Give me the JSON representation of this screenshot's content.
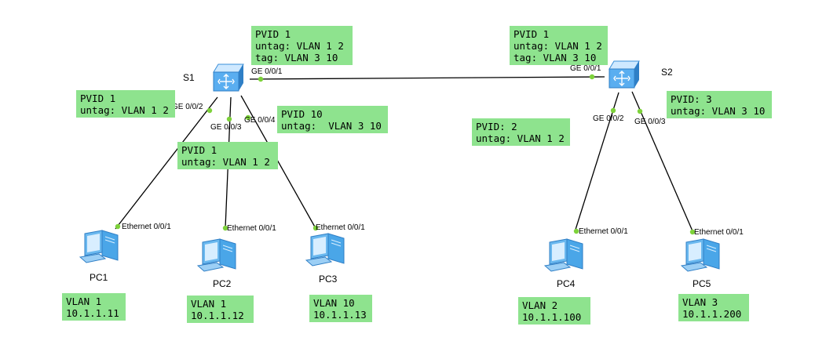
{
  "colors": {
    "note_bg": "#8ee38e",
    "link": "#000000",
    "port_dot": "#7dd23a",
    "switch_top": "#cfe9ff",
    "switch_side": "#3a8fd8",
    "pc": "#4aa6e8"
  },
  "icons": {
    "switch": "layer3-switch-icon",
    "pc": "desktop-pc-icon"
  },
  "devices": {
    "s1": "S1",
    "s2": "S2",
    "pc1": "PC1",
    "pc2": "PC2",
    "pc3": "PC3",
    "pc4": "PC4",
    "pc5": "PC5"
  },
  "ports": {
    "s1_ge001": "GE 0/0/1",
    "s1_ge002": "GE 0/0/2",
    "s1_ge003": "GE 0/0/3",
    "s1_ge004": "GE 0/0/4",
    "s2_ge001": "GE 0/0/1",
    "s2_ge002": "GE 0/0/2",
    "s2_ge003": "GE 0/0/3",
    "pc1_eth": "Ethernet 0/0/1",
    "pc2_eth": "Ethernet 0/0/1",
    "pc3_eth": "Ethernet 0/0/1",
    "pc4_eth": "Ethernet 0/0/1",
    "pc5_eth": "Ethernet 0/0/1"
  },
  "notes": {
    "s1_ge001": {
      "line1": "PVID 1",
      "line2": "untag: VLAN 1 2",
      "line3": "tag: VLAN 3 10"
    },
    "s2_ge001": {
      "line1": "PVID 1",
      "line2": "untag: VLAN 1 2",
      "line3": "tag: VLAN 3 10"
    },
    "s1_ge002": {
      "line1": "PVID 1",
      "line2": "untag: VLAN 1 2"
    },
    "s1_ge004": {
      "line1": "PVID 10",
      "line2": "untag:  VLAN 3 10"
    },
    "s1_ge003": {
      "line1": "PVID 1",
      "line2": "untag: VLAN 1 2"
    },
    "s2_ge002": {
      "line1": "PVID: 2",
      "line2": "untag: VLAN 1 2"
    },
    "s2_ge003": {
      "line1": "PVID: 3",
      "line2": "untag: VLAN 3 10"
    },
    "pc1": {
      "line1": "VLAN 1",
      "line2": "10.1.1.11"
    },
    "pc2": {
      "line1": "VLAN 1",
      "line2": "10.1.1.12"
    },
    "pc3": {
      "line1": "VLAN 10",
      "line2": "10.1.1.13"
    },
    "pc4": {
      "line1": "VLAN 2",
      "line2": "10.1.1.100"
    },
    "pc5": {
      "line1": "VLAN 3",
      "line2": "10.1.1.200"
    }
  }
}
